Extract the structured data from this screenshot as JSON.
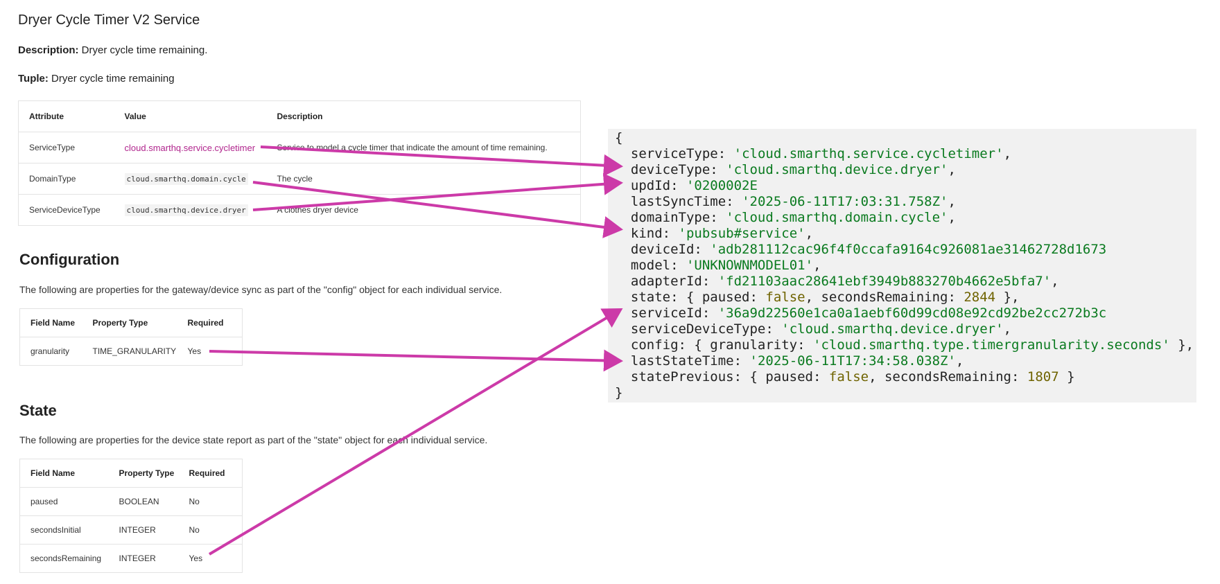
{
  "doc": {
    "title": "Dryer Cycle Timer V2 Service",
    "description_label": "Description:",
    "description_text": " Dryer cycle time remaining.",
    "tuple_label": "Tuple:",
    "tuple_text": " Dryer cycle time remaining",
    "attributes_table": {
      "headers": [
        "Attribute",
        "Value",
        "Description"
      ],
      "rows": [
        {
          "attribute": "ServiceType",
          "value": "cloud.smarthq.service.cycletimer",
          "description": "Service to model a cycle timer that indicate the amount of time remaining."
        },
        {
          "attribute": "DomainType",
          "value": "cloud.smarthq.domain.cycle",
          "description": "The cycle"
        },
        {
          "attribute": "ServiceDeviceType",
          "value": "cloud.smarthq.device.dryer",
          "description": "A clothes dryer device"
        }
      ]
    },
    "configuration": {
      "heading": "Configuration",
      "text": "The following are properties for the gateway/device sync as part of the \"config\" object for each individual service.",
      "headers": [
        "Field Name",
        "Property Type",
        "Required"
      ],
      "rows": [
        {
          "field": "granularity",
          "type": "TIME_GRANULARITY",
          "required": "Yes"
        }
      ]
    },
    "state": {
      "heading": "State",
      "text": "The following are properties for the device state report as part of the \"state\" object for each individual service.",
      "headers": [
        "Field Name",
        "Property Type",
        "Required"
      ],
      "rows": [
        {
          "field": "paused",
          "type": "BOOLEAN",
          "required": "No"
        },
        {
          "field": "secondsInitial",
          "type": "INTEGER",
          "required": "No"
        },
        {
          "field": "secondsRemaining",
          "type": "INTEGER",
          "required": "Yes"
        }
      ]
    }
  },
  "code": {
    "open": "{",
    "close": "}",
    "lines": [
      {
        "key": "serviceType",
        "value": "'cloud.smarthq.service.cycletimer'"
      },
      {
        "key": "deviceType",
        "value": "'cloud.smarthq.device.dryer'"
      },
      {
        "key": "updId",
        "value": "'0200002E"
      },
      {
        "key": "lastSyncTime",
        "value": "'2025-06-11T17:03:31.758Z'"
      },
      {
        "key": "domainType",
        "value": "'cloud.smarthq.domain.cycle'"
      },
      {
        "key": "kind",
        "value": "'pubsub#service'"
      },
      {
        "key": "deviceId",
        "value": "'adb281112cac96f4f0ccafa9164c926081ae31462728d1673"
      },
      {
        "key": "model",
        "value": "'UNKNOWNMODEL01'"
      },
      {
        "key": "adapterId",
        "value": "'fd21103aac28641ebf3949b883270b4662e5bfa7'"
      },
      {
        "key": "state",
        "paused": "false",
        "secondsRemaining": "2844"
      },
      {
        "key": "serviceId",
        "value": "'36a9d22560e1ca0a1aebf60d99cd08e92cd92be2cc272b3c"
      },
      {
        "key": "serviceDeviceType",
        "value": "'cloud.smarthq.device.dryer'"
      },
      {
        "key": "config",
        "granularity": "'cloud.smarthq.type.timergranularity.seconds'"
      },
      {
        "key": "lastStateTime",
        "value": "'2025-06-11T17:34:58.038Z'"
      },
      {
        "key": "statePrevious",
        "paused": "false",
        "secondsRemaining": "1807"
      }
    ]
  },
  "colors": {
    "arrow": "#cc3aa8",
    "link": "#b0258d",
    "string": "#0a7a1f",
    "number": "#6f6300"
  }
}
